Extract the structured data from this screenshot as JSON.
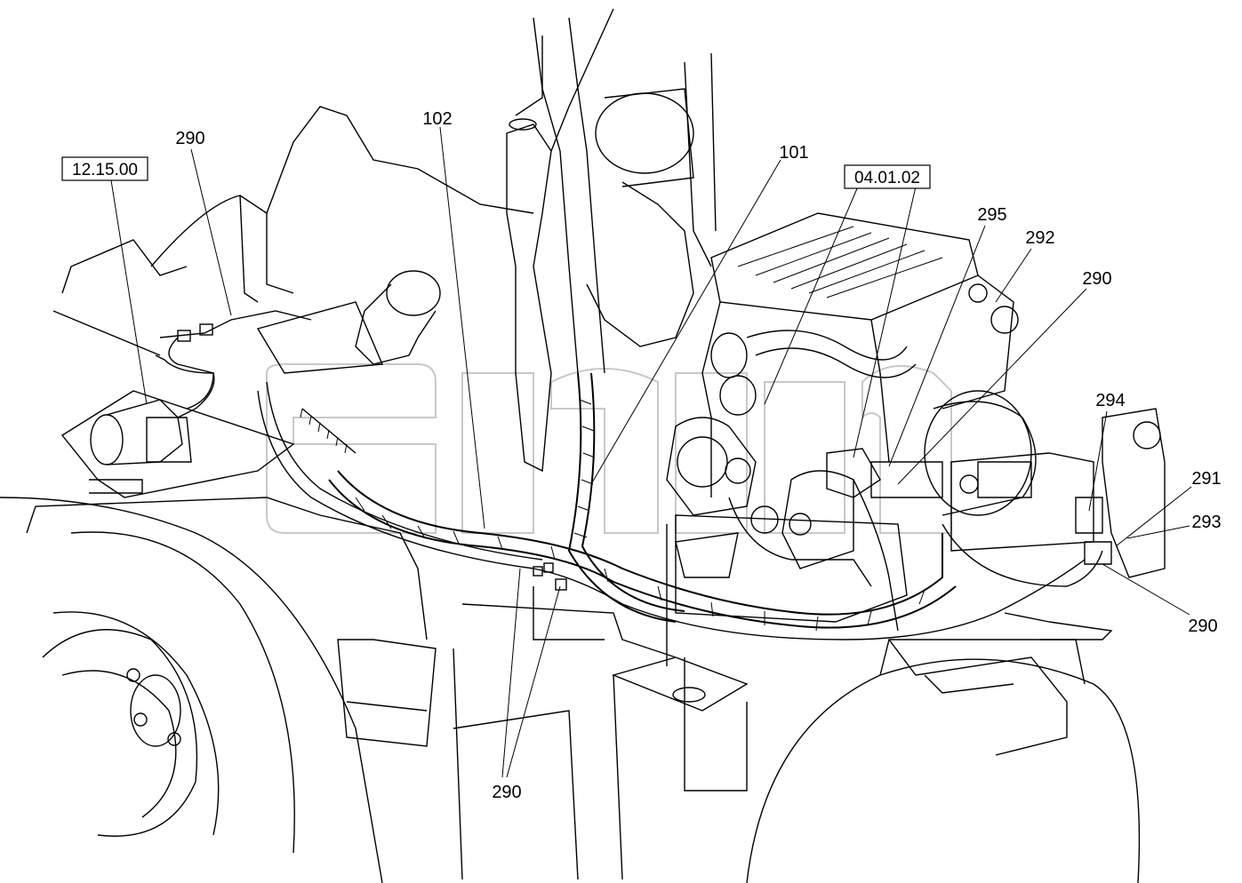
{
  "callouts": [
    {
      "id": "c-12-15-00",
      "text": "12.15.00",
      "boxed": true
    },
    {
      "id": "c-290-a",
      "text": "290",
      "boxed": false
    },
    {
      "id": "c-102",
      "text": "102",
      "boxed": false
    },
    {
      "id": "c-101",
      "text": "101",
      "boxed": false
    },
    {
      "id": "c-04-01-02",
      "text": "04.01.02",
      "boxed": true
    },
    {
      "id": "c-295",
      "text": "295",
      "boxed": false
    },
    {
      "id": "c-292",
      "text": "292",
      "boxed": false
    },
    {
      "id": "c-290-b",
      "text": "290",
      "boxed": false
    },
    {
      "id": "c-294",
      "text": "294",
      "boxed": false
    },
    {
      "id": "c-291",
      "text": "291",
      "boxed": false
    },
    {
      "id": "c-293",
      "text": "293",
      "boxed": false
    },
    {
      "id": "c-290-c",
      "text": "290",
      "boxed": false
    },
    {
      "id": "c-290-d",
      "text": "290",
      "boxed": false
    }
  ],
  "colors": {
    "line": "#000000",
    "background": "#ffffff",
    "watermark": "#9a9a9a"
  }
}
